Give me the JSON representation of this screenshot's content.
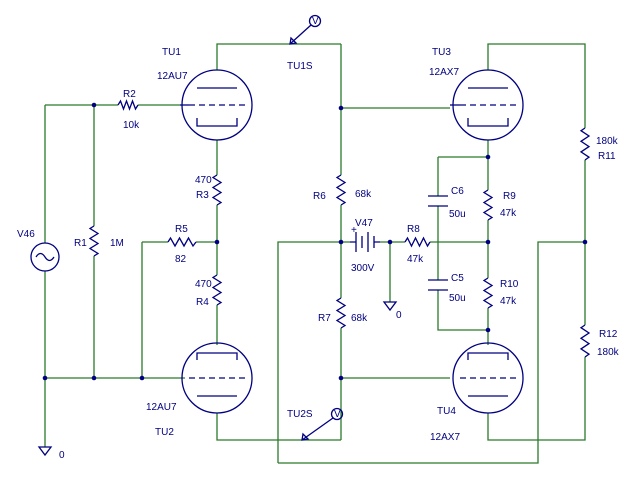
{
  "colors": {
    "wire": "#2a7a2a",
    "component": "#000080",
    "background": "#ffffff"
  },
  "tubes": [
    {
      "ref": "TU1",
      "type": "12AU7"
    },
    {
      "ref": "TU2",
      "type": "12AU7"
    },
    {
      "ref": "TU3",
      "type": "12AX7"
    },
    {
      "ref": "TU4",
      "type": "12AX7"
    }
  ],
  "resistors": [
    {
      "ref": "R1",
      "value": "1M"
    },
    {
      "ref": "R2",
      "value": "10k"
    },
    {
      "ref": "R3",
      "value": "470"
    },
    {
      "ref": "R4",
      "value": "470"
    },
    {
      "ref": "R5",
      "value": "82"
    },
    {
      "ref": "R6",
      "value": "68k"
    },
    {
      "ref": "R7",
      "value": "68k"
    },
    {
      "ref": "R8",
      "value": "47k"
    },
    {
      "ref": "R9",
      "value": "47k"
    },
    {
      "ref": "R10",
      "value": "47k"
    },
    {
      "ref": "R11",
      "value": "180k"
    },
    {
      "ref": "R12",
      "value": "180k"
    }
  ],
  "capacitors": [
    {
      "ref": "C5",
      "value": "50u"
    },
    {
      "ref": "C6",
      "value": "50u"
    }
  ],
  "sources": [
    {
      "ref": "V46",
      "value": ""
    },
    {
      "ref": "V47",
      "value": "300V"
    }
  ],
  "probes": [
    {
      "ref": "TU1S",
      "glyph": "V"
    },
    {
      "ref": "TU2S",
      "glyph": "V"
    }
  ],
  "grounds": [
    {
      "label": "0"
    },
    {
      "label": "0"
    }
  ]
}
